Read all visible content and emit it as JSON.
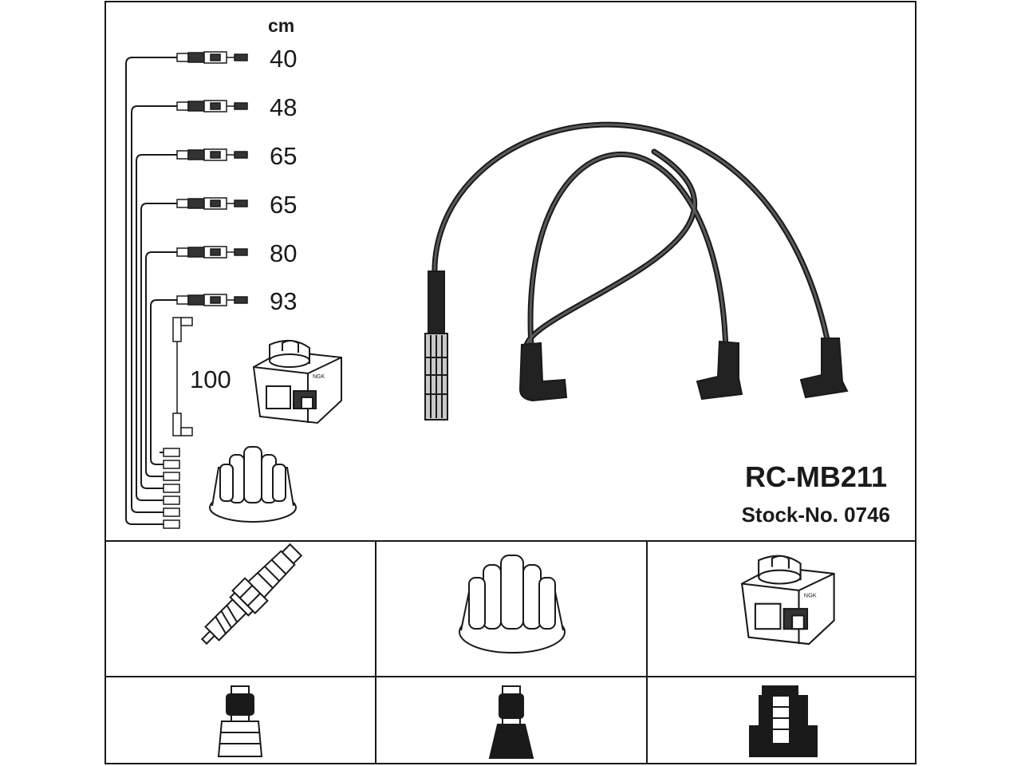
{
  "header": {
    "unit": "cm"
  },
  "leads": [
    {
      "length": "40"
    },
    {
      "length": "48"
    },
    {
      "length": "65"
    },
    {
      "length": "65"
    },
    {
      "length": "80"
    },
    {
      "length": "93"
    }
  ],
  "coil_lead": {
    "length": "100"
  },
  "product": {
    "code": "RC-MB211",
    "stock": "Stock-No. 0746"
  },
  "icons": {
    "spark_plug": "spark-plug-icon",
    "distributor": "distributor-cap-icon",
    "coil": "ignition-coil-icon"
  },
  "colors": {
    "ink": "#1a1a1a",
    "cable": "#3a3a3a",
    "paper": "#ffffff"
  }
}
